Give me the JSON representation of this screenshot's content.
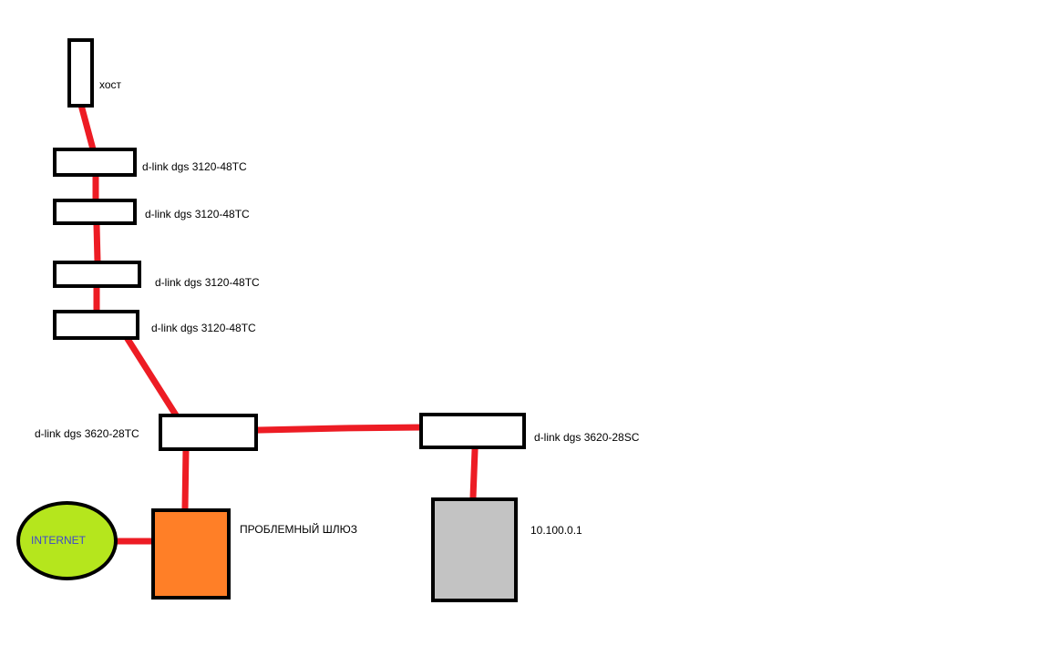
{
  "nodes": {
    "host": {
      "label": "хост"
    },
    "switch1": {
      "label": "d-link dgs 3120-48TC"
    },
    "switch2": {
      "label": "d-link dgs 3120-48TC"
    },
    "switch3": {
      "label": "d-link dgs 3120-48TC"
    },
    "switch4": {
      "label": "d-link dgs 3120-48TC"
    },
    "core_switch": {
      "label": "d-link dgs 3620-28TC"
    },
    "right_switch": {
      "label": "d-link dgs 3620-28SC"
    },
    "internet": {
      "label": "INTERNET"
    },
    "gateway": {
      "label": "ПРОБЛЕМНЫЙ ШЛЮЗ"
    },
    "server": {
      "label": "10.100.0.1"
    }
  },
  "colors": {
    "link": "#ed1c24",
    "gateway_fill": "#ff7f27",
    "server_fill": "#c3c3c3",
    "internet_fill": "#b5e61d",
    "internet_text": "#3f48cc",
    "outline": "#000000"
  }
}
